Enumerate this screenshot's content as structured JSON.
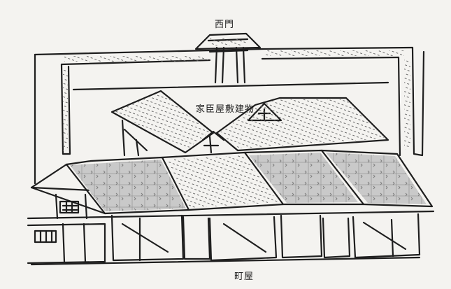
{
  "labels": {
    "west_gate": "西門",
    "retainer_buildings": "家臣屋敷建物",
    "townhouses": "町屋"
  }
}
